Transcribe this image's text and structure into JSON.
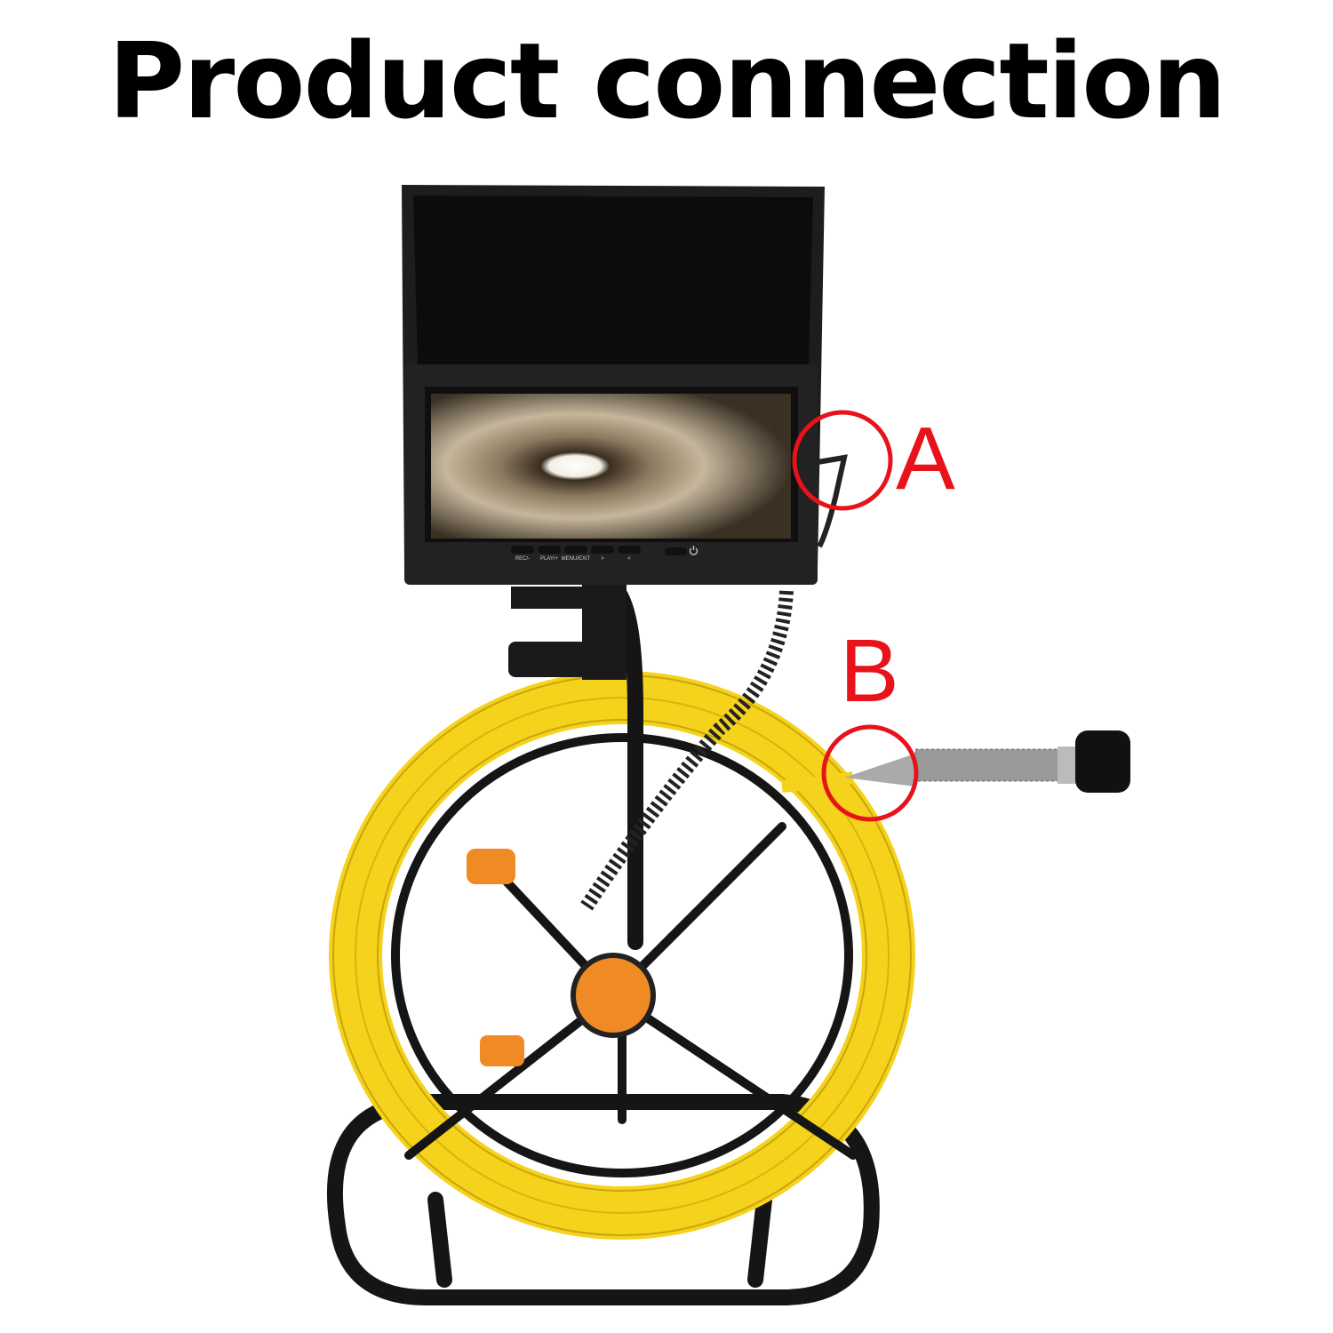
{
  "title": "Product connection",
  "callouts": [
    {
      "label": "A",
      "color": "#e8121b"
    },
    {
      "label": "B",
      "color": "#e8121b"
    }
  ],
  "monitor": {
    "buttons": [
      "REC/-",
      "PLAY/+",
      "MENU/EXIT",
      ">",
      "<"
    ],
    "power_icon": "power-icon"
  },
  "colors": {
    "cable": "#f5d21c",
    "frame": "#111111",
    "accent": "#f08a24"
  }
}
